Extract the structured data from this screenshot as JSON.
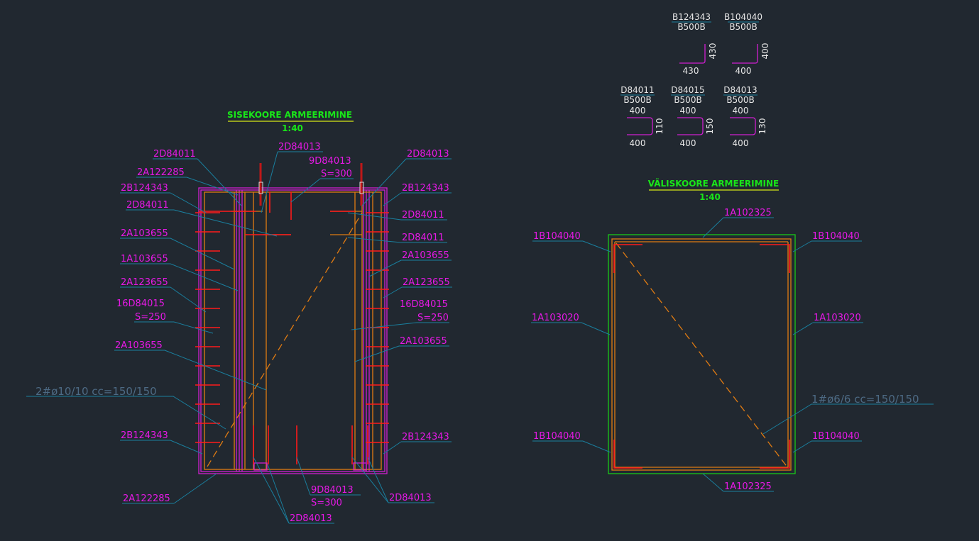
{
  "left_drawing": {
    "title": "SISEKOORE ARMEERIMINE",
    "scale": "1:40",
    "labels": [
      "2D84011",
      "2A122285",
      "2B124343",
      "2D84011",
      "2A103655",
      "1A103655",
      "2A123655",
      "16D84015",
      "S=250",
      "2A103655",
      "2B124343",
      "2A122285",
      "2D84013",
      "9D84013",
      "S=300",
      "2D84013",
      "2B124343",
      "2D84011",
      "2D84011",
      "2A103655",
      "2A123655",
      "16D84015",
      "S=250",
      "2A103655",
      "2B124343",
      "9D84013",
      "S=300",
      "2D84013",
      "2D84013"
    ],
    "mesh_note": "2#ø10/10 cc=150/150"
  },
  "right_drawing": {
    "title": "VÄLISKOORE ARMEERIMINE",
    "scale": "1:40",
    "labels": [
      "1A102325",
      "1B104040",
      "1B104040",
      "1A103020",
      "1A103020",
      "1B104040",
      "1B104040",
      "1A102325"
    ],
    "mesh_note": "1#ø6/6 cc=150/150"
  },
  "bending_schedule": [
    {
      "mark": "B124343",
      "grade": "B500B",
      "dim_a": "430",
      "dim_b": "430"
    },
    {
      "mark": "B104040",
      "grade": "B500B",
      "dim_a": "400",
      "dim_b": "400"
    },
    {
      "mark": "D84011",
      "grade": "B500B",
      "dim_top": "400",
      "dim_side": "110",
      "dim_bottom": "400"
    },
    {
      "mark": "D84015",
      "grade": "B500B",
      "dim_top": "400",
      "dim_side": "150",
      "dim_bottom": "400"
    },
    {
      "mark": "D84013",
      "grade": "B500B",
      "dim_top": "400",
      "dim_side": "130",
      "dim_bottom": "400"
    }
  ],
  "colors": {
    "background": "#212830",
    "label": "#e619e6",
    "leader": "#1a7f9e",
    "title": "#19e619"
  }
}
